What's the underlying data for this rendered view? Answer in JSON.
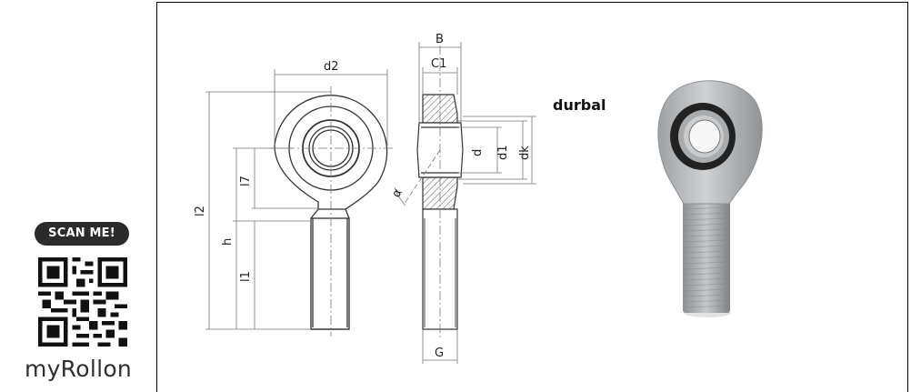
{
  "qr_section": {
    "badge": "SCAN ME!",
    "brand": "myRollon"
  },
  "drawing": {
    "dimension_labels": {
      "d2": "d2",
      "B": "B",
      "C1": "C1",
      "d": "d",
      "d1": "d1",
      "dk": "dk",
      "l2": "l2",
      "h": "h",
      "l7": "l7",
      "l1": "l1",
      "alpha": "α",
      "G": "G"
    }
  },
  "product": {
    "brand": "durbal"
  },
  "colors": {
    "badge_bg": "#2b2b2b",
    "line": "#333333",
    "dimension": "#777777",
    "metal": "#b9bcbe",
    "seal": "#1f1f1f"
  }
}
